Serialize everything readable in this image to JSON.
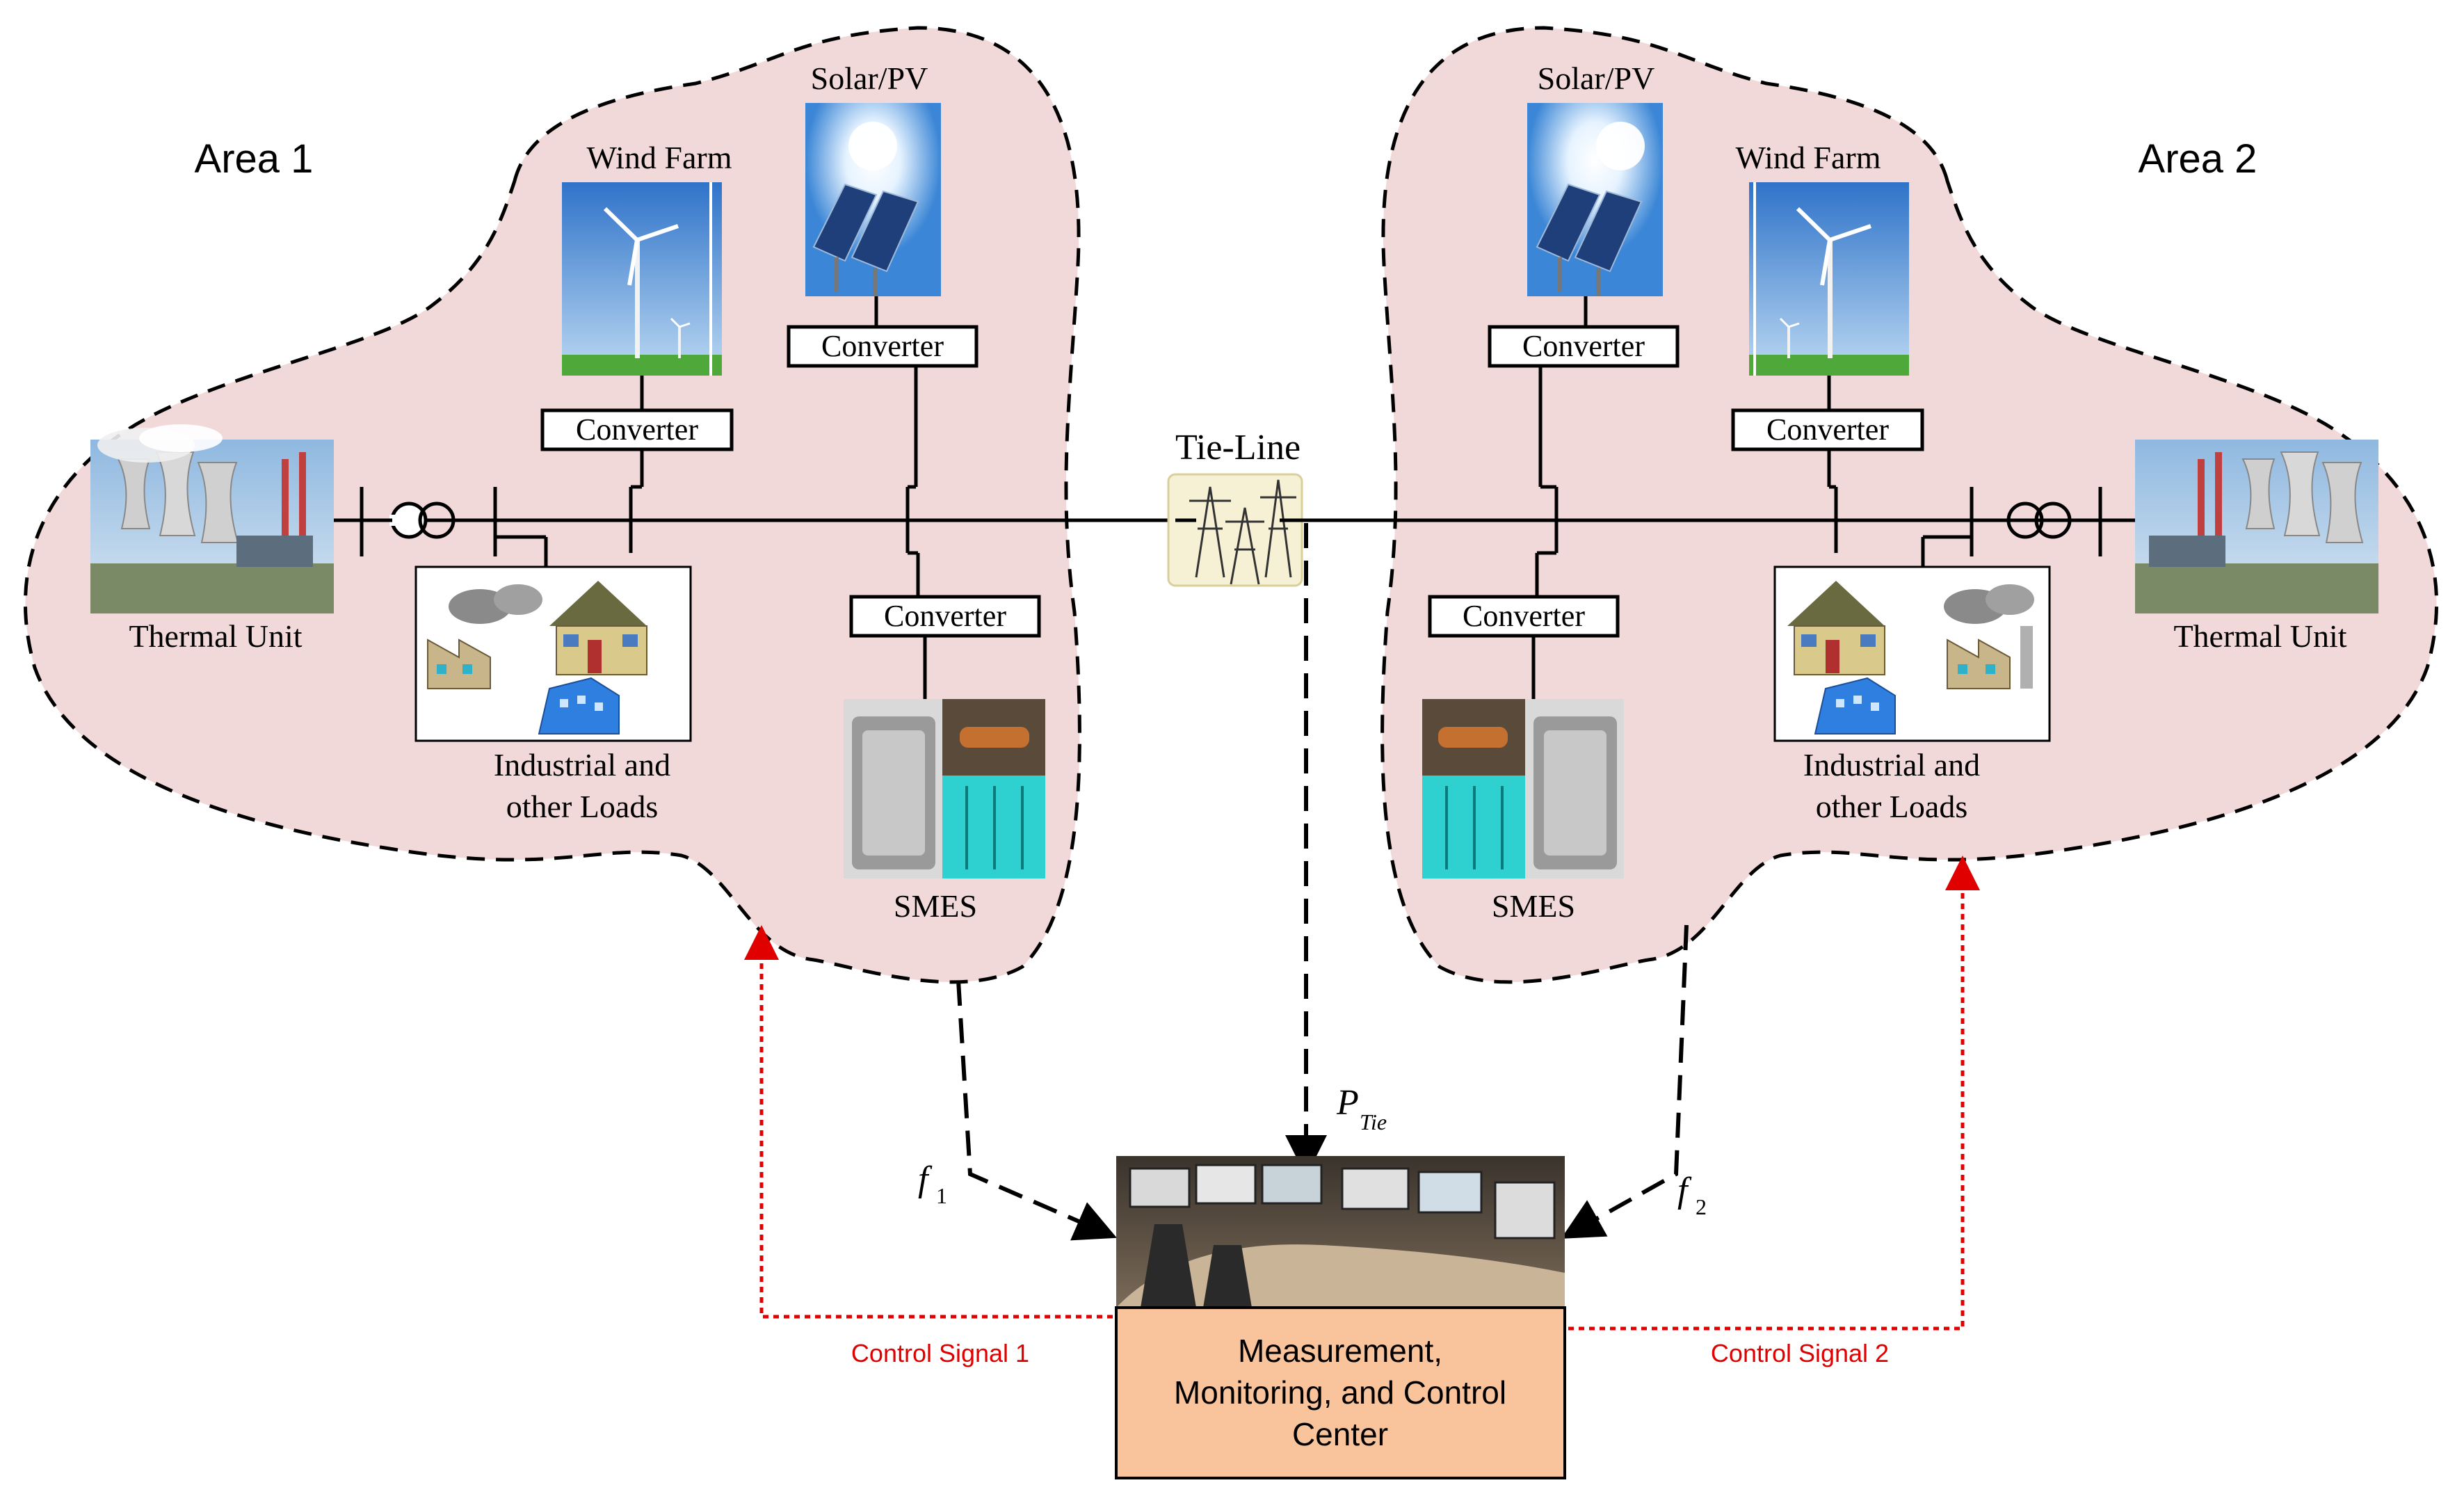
{
  "areas": {
    "area1": {
      "label": "Area 1"
    },
    "area2": {
      "label": "Area 2"
    }
  },
  "components": {
    "solar_label": "Solar/PV",
    "wind_label": "Wind Farm",
    "converter_label": "Converter",
    "thermal_label": "Thermal Unit",
    "loads_label_line1": "Industrial and",
    "loads_label_line2": "other Loads",
    "smes_label": "SMES",
    "tie_line_label": "Tie-Line"
  },
  "signals": {
    "p_tie_main": "P",
    "p_tie_sub": "Tie",
    "f1_main": "f",
    "f1_sub": "1",
    "f2_main": "f",
    "f2_sub": "2",
    "control_signal_1": "Control Signal 1",
    "control_signal_2": "Control Signal 2"
  },
  "control_center": {
    "line1": "Measurement,",
    "line2": "Monitoring, and Control",
    "line3": "Center"
  },
  "colors": {
    "area_fill": "#f2d9d9",
    "control_center_fill": "#f9c49b",
    "control_signal": "#e00000"
  }
}
